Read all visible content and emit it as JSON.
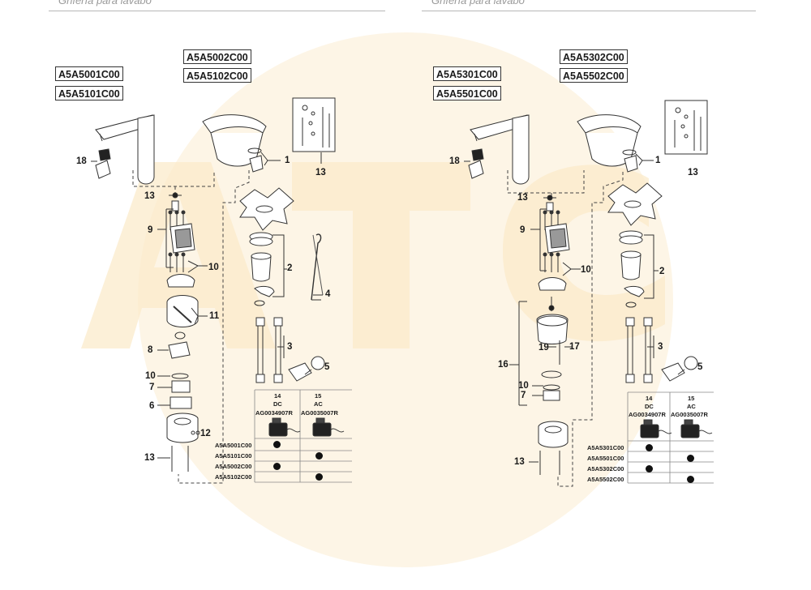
{
  "header": {
    "left_title": "Grifería para lavabo",
    "right_title": "Grifería para lavabo"
  },
  "left": {
    "models": [
      "A5A5001C00",
      "A5A5101C00",
      "A5A5002C00",
      "A5A5102C00"
    ],
    "callouts": [
      "18",
      "1",
      "13",
      "13",
      "9",
      "10",
      "2",
      "4",
      "11",
      "8",
      "3",
      "10",
      "5",
      "7",
      "6",
      "12",
      "13"
    ],
    "table": {
      "col14_num": "14",
      "col14_type": "DC",
      "col14_code": "AG0034907R",
      "col15_num": "15",
      "col15_type": "AC",
      "col15_code": "AG0035007R",
      "rows": [
        "A5A5001C00",
        "A5A5101C00",
        "A5A5002C00",
        "A5A5102C00"
      ]
    }
  },
  "right": {
    "models": [
      "A5A5301C00",
      "A5A5501C00",
      "A5A5302C00",
      "A5A5502C00"
    ],
    "callouts": [
      "18",
      "1",
      "13",
      "13",
      "9",
      "10",
      "2",
      "16",
      "19",
      "17",
      "3",
      "5",
      "10",
      "7",
      "13"
    ],
    "table": {
      "col14_num": "14",
      "col14_type": "DC",
      "col14_code": "AG0034907R",
      "col15_num": "15",
      "col15_type": "AC",
      "col15_code": "AG0035007R",
      "rows": [
        "A5A5301C00",
        "A5A5501C00",
        "A5A5302C00",
        "A5A5502C00"
      ]
    }
  },
  "watermark": "ATC",
  "colors": {
    "watermark_fill": "#fdf1d8",
    "line": "#333333",
    "dash": "#444444"
  }
}
